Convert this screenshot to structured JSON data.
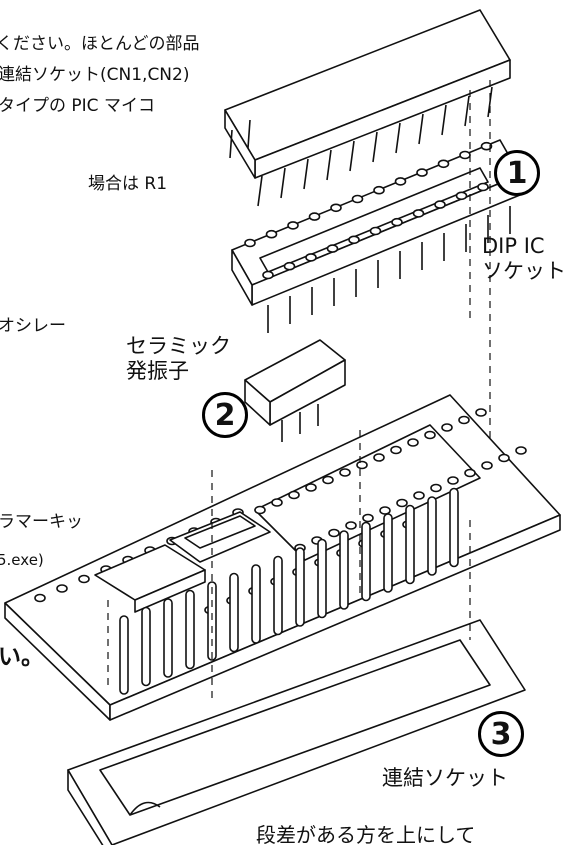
{
  "left_text": [
    "ください。ほとんどの部品",
    "連結ソケット(CN1,CN2)",
    "タイプの PIC マイコ",
    "場合は R1",
    "オシレー",
    "ラマーキッ",
    "5.exe)",
    "い。"
  ],
  "labels": {
    "dip_ic_line1": "DIP IC",
    "dip_ic_line2": "ソケット",
    "ceramic_line1": "セラミック",
    "ceramic_line2": "発振子",
    "connector": "連結ソケット",
    "bottom_note": "段差がある方を上にして"
  },
  "badges": [
    "1",
    "2",
    "3"
  ]
}
